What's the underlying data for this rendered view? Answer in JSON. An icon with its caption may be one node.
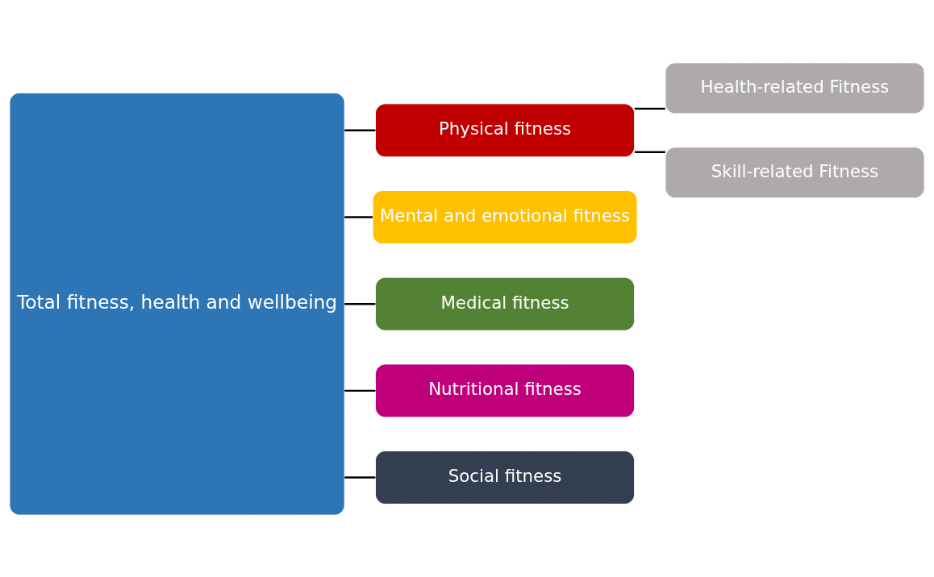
{
  "diagram": {
    "nodes": [
      {
        "text": [
          "Total fitness, health and wellbeing"
        ]
      },
      {
        "text": [
          "Physical fitness"
        ]
      },
      {
        "text": [
          "Mental and emotional fitness"
        ]
      },
      {
        "text": [
          "Medical fitness"
        ]
      },
      {
        "text": [
          "Nutritional fitness"
        ]
      },
      {
        "text": [
          "Social fitness"
        ]
      },
      {
        "text": [
          "Health-related Fitness"
        ]
      },
      {
        "text": [
          "Skill-related Fitness"
        ]
      }
    ],
    "edges": [
      {
        "from": 0,
        "to": 1,
        "arrow": "none"
      },
      {
        "from": 0,
        "to": 2,
        "arrow": "none"
      },
      {
        "from": 0,
        "to": 3,
        "arrow": "none"
      },
      {
        "from": 0,
        "to": 4,
        "arrow": "none"
      },
      {
        "from": 0,
        "to": 5,
        "arrow": "none"
      },
      {
        "from": 1,
        "to": 6,
        "arrow": "none"
      },
      {
        "from": 1,
        "to": 7,
        "arrow": "none"
      }
    ]
  }
}
